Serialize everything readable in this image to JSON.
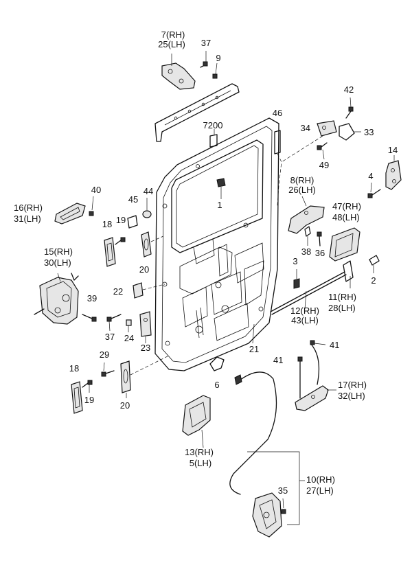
{
  "callouts": {
    "c7": "7(RH)",
    "c25": "25(LH)",
    "c37a": "37",
    "c9": "9",
    "c42": "42",
    "c46": "46",
    "c7200": "7200",
    "c34": "34",
    "c33": "33",
    "c14": "14",
    "c49": "49",
    "c4": "4",
    "c1": "1",
    "c40": "40",
    "c44": "44",
    "c45": "45",
    "c16": "16(RH)",
    "c31": "31(LH)",
    "c8": "8(RH)",
    "c26": "26(LH)",
    "c47": "47(RH)",
    "c48": "48(LH)",
    "c18a": "18",
    "c19a": "19",
    "c38": "38",
    "c36": "36",
    "c15": "15(RH)",
    "c30": "30(LH)",
    "c20a": "20",
    "c3": "3",
    "c2": "2",
    "c22": "22",
    "c39": "39",
    "c11": "11(RH)",
    "c28": "28(LH)",
    "c12": "12(RH)",
    "c43": "43(LH)",
    "c37b": "37",
    "c24": "24",
    "c23": "23",
    "c21": "21",
    "c41a": "41",
    "c41b": "41",
    "c29": "29",
    "c18b": "18",
    "c6": "6",
    "c17": "17(RH)",
    "c32": "32(LH)",
    "c19b": "19",
    "c20b": "20",
    "c13": "13(RH)",
    "c5": "5(LH)",
    "c10": "10(RH)",
    "c27": "27(LH)",
    "c35": "35"
  }
}
